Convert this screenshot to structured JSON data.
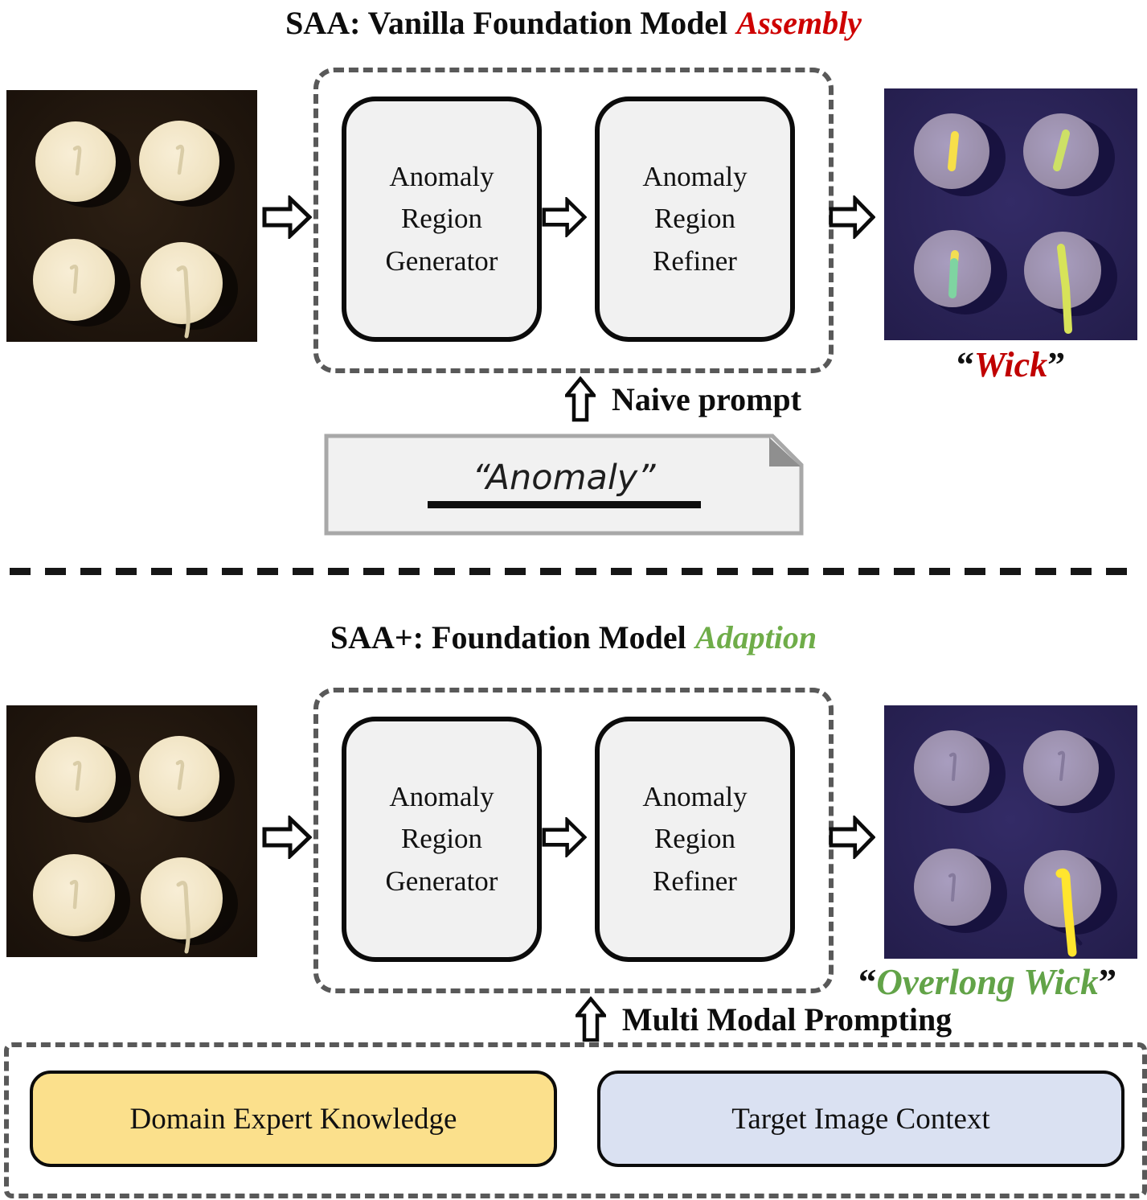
{
  "colors": {
    "emphasis_red": "#CE0000",
    "caption_red": "#C00000",
    "emphasis_green": "#6FAD49",
    "caption_green": "#62A348",
    "knowledge_fill": "#FBE08C",
    "context_fill": "#DAE1F2",
    "module_fill": "#F1F1F1",
    "dashed_border": "#595959"
  },
  "saa": {
    "title_prefix": "SAA: Vanilla Foundation Model",
    "title_emphasis": "Assembly",
    "prompt_label": "Naive prompt",
    "note_open_quote": "“",
    "note_text": "Anomaly",
    "note_close_quote": "”",
    "caption_open_quote": "“",
    "caption_text": "Wick",
    "caption_close_quote": "”"
  },
  "saa_plus": {
    "title_prefix": "SAA+: Foundation Model",
    "title_emphasis": "Adaption",
    "prompt_label": "Multi Modal Prompting",
    "knowledge_label": "Domain Expert Knowledge",
    "context_label": "Target Image Context",
    "caption_open_quote": "“",
    "caption_text": "Overlong Wick",
    "caption_close_quote": "”"
  },
  "pipeline": {
    "generator_label": "Anomaly\nRegion\nGenerator",
    "refiner_label": "Anomaly\nRegion\nRefiner"
  }
}
